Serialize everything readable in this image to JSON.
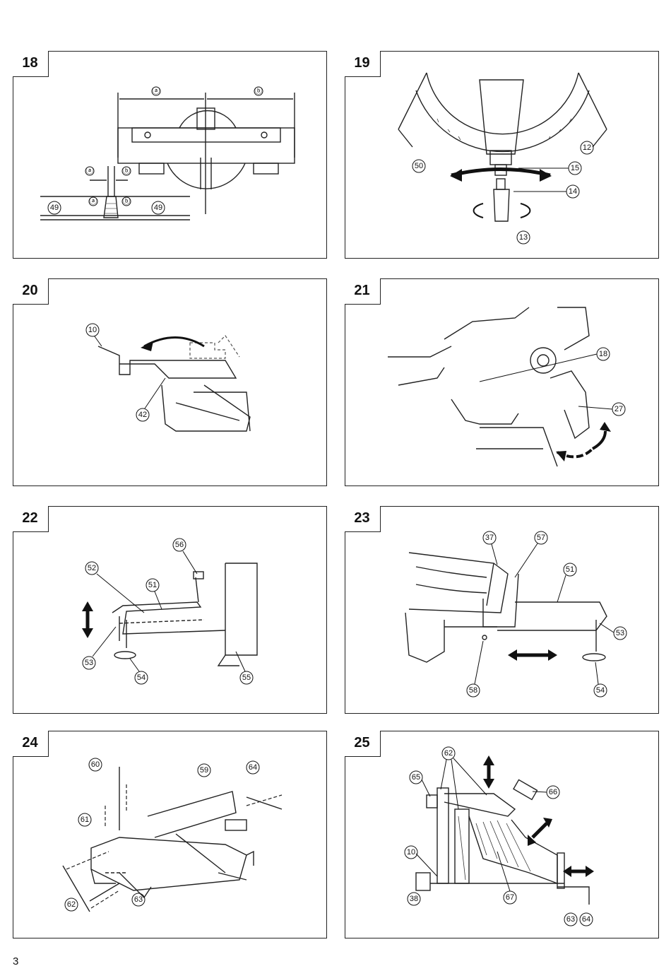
{
  "page_number": "3",
  "figures": [
    {
      "number": "18",
      "labels": [
        "ⓐ",
        "ⓑ",
        "ⓐ",
        "ⓑ",
        "ⓐ",
        "ⓑ",
        "49",
        "49"
      ]
    },
    {
      "number": "19",
      "labels": [
        "50",
        "12",
        "15",
        "14",
        "13"
      ]
    },
    {
      "number": "20",
      "labels": [
        "10",
        "42"
      ]
    },
    {
      "number": "21",
      "labels": [
        "18",
        "27"
      ]
    },
    {
      "number": "22",
      "labels": [
        "56",
        "52",
        "51",
        "53",
        "54",
        "55"
      ]
    },
    {
      "number": "23",
      "labels": [
        "37",
        "57",
        "51",
        "53",
        "58",
        "54"
      ]
    },
    {
      "number": "24",
      "labels": [
        "60",
        "59",
        "64",
        "61",
        "62",
        "63"
      ]
    },
    {
      "number": "25",
      "labels": [
        "62",
        "65",
        "66",
        "10",
        "38",
        "67",
        "63",
        "64"
      ]
    }
  ]
}
